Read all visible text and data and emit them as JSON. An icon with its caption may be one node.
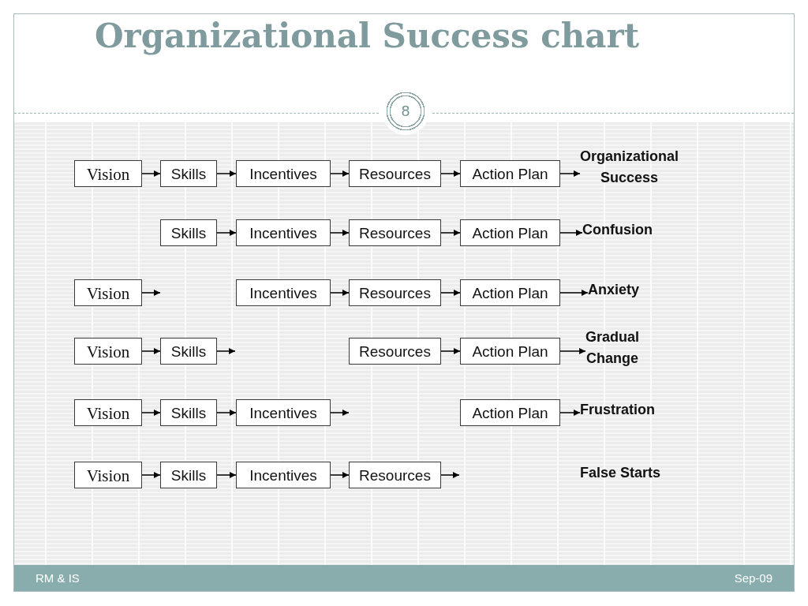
{
  "diagram": {
    "title": "Organizational Success chart",
    "nodes": [
      {
        "text": [
          "Vision"
        ]
      },
      {
        "text": [
          "Skills"
        ]
      },
      {
        "text": [
          "Incentives"
        ]
      },
      {
        "text": [
          "Resources"
        ]
      },
      {
        "text": [
          "Action Plan"
        ]
      },
      {
        "text": [
          "Organizational Success"
        ]
      },
      {
        "text": [
          "Skills"
        ]
      },
      {
        "text": [
          "Incentives"
        ]
      },
      {
        "text": [
          "Resources"
        ]
      },
      {
        "text": [
          "Action Plan"
        ]
      },
      {
        "text": [
          "Confusion"
        ]
      },
      {
        "text": [
          "Vision"
        ]
      },
      {
        "text": [
          "Incentives"
        ]
      },
      {
        "text": [
          "Resources"
        ]
      },
      {
        "text": [
          "Action Plan"
        ]
      },
      {
        "text": [
          "Anxiety"
        ]
      },
      {
        "text": [
          "Vision"
        ]
      },
      {
        "text": [
          "Skills"
        ]
      },
      {
        "text": [
          "Resources"
        ]
      },
      {
        "text": [
          "Action Plan"
        ]
      },
      {
        "text": [
          "Gradual Change"
        ]
      },
      {
        "text": [
          "Vision"
        ]
      },
      {
        "text": [
          "Skills"
        ]
      },
      {
        "text": [
          "Incentives"
        ]
      },
      {
        "text": [
          "Action Plan"
        ]
      },
      {
        "text": [
          "Frustration"
        ]
      },
      {
        "text": [
          "Vision"
        ]
      },
      {
        "text": [
          "Skills"
        ]
      },
      {
        "text": [
          "Incentives"
        ]
      },
      {
        "text": [
          "Resources"
        ]
      },
      {
        "text": [
          "False Starts"
        ]
      }
    ],
    "edges": [
      {
        "from": 0,
        "to": 1,
        "arrow": "to"
      },
      {
        "from": 1,
        "to": 2,
        "arrow": "to"
      },
      {
        "from": 2,
        "to": 3,
        "arrow": "to"
      },
      {
        "from": 3,
        "to": 4,
        "arrow": "to"
      },
      {
        "from": 4,
        "to": 5,
        "arrow": "to"
      },
      {
        "from": 6,
        "to": 7,
        "arrow": "to"
      },
      {
        "from": 7,
        "to": 8,
        "arrow": "to"
      },
      {
        "from": 8,
        "to": 9,
        "arrow": "to"
      },
      {
        "from": 9,
        "to": 10,
        "arrow": "to"
      },
      {
        "from": 11,
        "to": null,
        "arrow": "to"
      },
      {
        "from": 12,
        "to": 13,
        "arrow": "to"
      },
      {
        "from": 13,
        "to": 14,
        "arrow": "to"
      },
      {
        "from": 14,
        "to": 15,
        "arrow": "to"
      },
      {
        "from": 16,
        "to": 17,
        "arrow": "to"
      },
      {
        "from": 17,
        "to": null,
        "arrow": "to"
      },
      {
        "from": 18,
        "to": 19,
        "arrow": "to"
      },
      {
        "from": 19,
        "to": 20,
        "arrow": "to"
      },
      {
        "from": 21,
        "to": 22,
        "arrow": "to"
      },
      {
        "from": 22,
        "to": 23,
        "arrow": "to"
      },
      {
        "from": 23,
        "to": null,
        "arrow": "to"
      },
      {
        "from": 24,
        "to": 25,
        "arrow": "to"
      },
      {
        "from": 26,
        "to": 27,
        "arrow": "to"
      },
      {
        "from": 27,
        "to": 28,
        "arrow": "to"
      },
      {
        "from": 28,
        "to": 29,
        "arrow": "to"
      },
      {
        "from": 29,
        "to": null,
        "arrow": "to"
      }
    ],
    "labels": [
      "8",
      "RM & IS",
      "Sep-09"
    ]
  }
}
